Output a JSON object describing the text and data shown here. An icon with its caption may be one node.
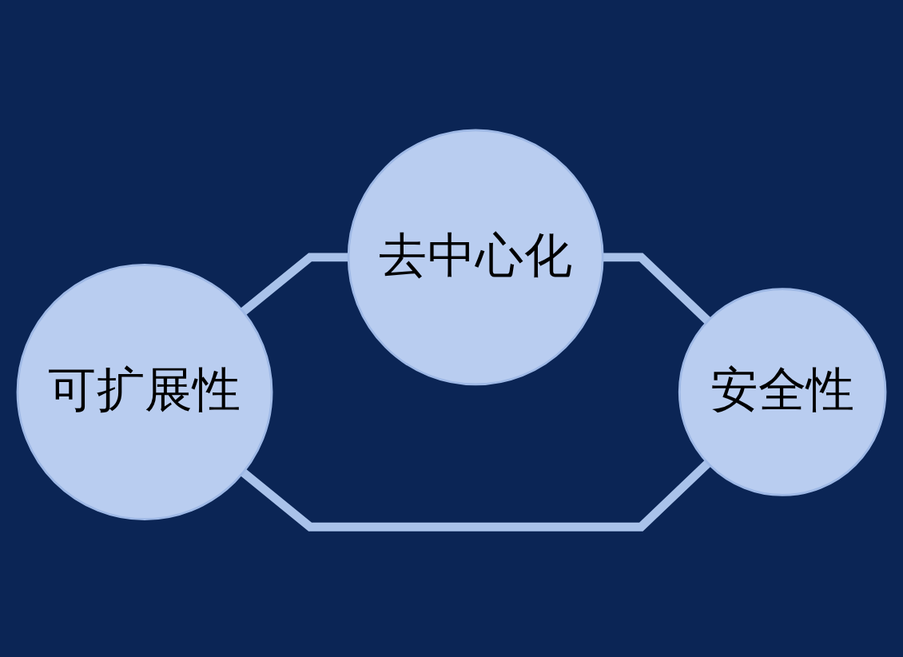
{
  "diagram": {
    "nodes": [
      {
        "text": [
          "去中心化"
        ]
      },
      {
        "text": [
          "可扩展性"
        ]
      },
      {
        "text": [
          "安全性"
        ]
      }
    ],
    "edges": [
      {
        "from": 1,
        "to": 0,
        "arrow": "none"
      },
      {
        "from": 0,
        "to": 2,
        "arrow": "none"
      },
      {
        "from": 1,
        "to": 2,
        "arrow": "none"
      }
    ]
  }
}
